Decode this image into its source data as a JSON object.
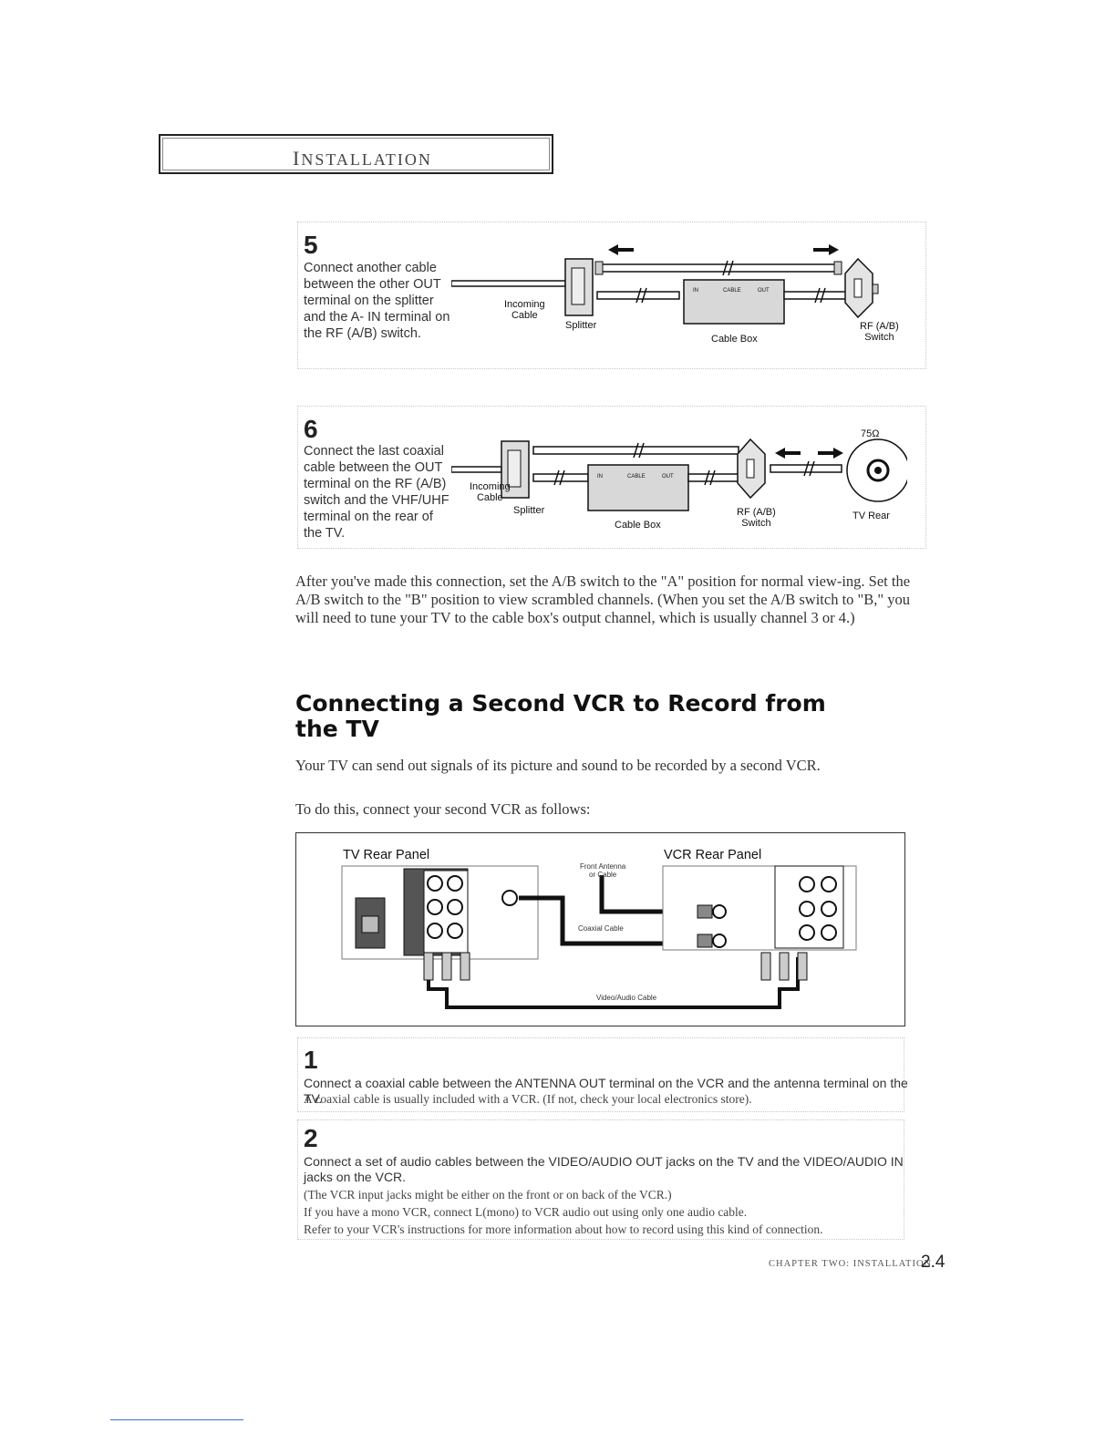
{
  "header": {
    "title_cap": "I",
    "title_rest": "NSTALLATION"
  },
  "step5": {
    "number": "5",
    "text": "Connect another cable\nbetween the other OUT\nterminal on the splitter\nand the A- IN terminal on\nthe RF (A/B) switch.",
    "labels": {
      "incoming": "Incoming\nCable",
      "splitter": "Splitter",
      "cable_box": "Cable Box",
      "rf_switch": "RF (A/B)\nSwitch",
      "box_in": "IN",
      "box_brand": "CABLE",
      "box_out": "OUT"
    }
  },
  "step6": {
    "number": "6",
    "text": "Connect the last coaxial\ncable between the OUT\nterminal on the RF (A/B)\nswitch and the VHF/UHF\nterminal on the rear of\nthe TV.",
    "labels": {
      "incoming": "Incoming\nCable",
      "splitter": "Splitter",
      "cable_box": "Cable Box",
      "rf_switch": "RF (A/B)\nSwitch",
      "ohm": "75Ω",
      "tv_rear": "TV Rear",
      "box_in": "IN",
      "box_brand": "CABLE",
      "box_out": "OUT"
    }
  },
  "after_paragraph": "After you've made this connection, set the A/B switch to the \"A\" position for normal view-ing. Set the A/B switch to the \"B\" position to view scrambled channels. (When you set the A/B switch to \"B,\" you will need to tune your TV to the cable box's output channel, which is usually channel 3 or 4.)",
  "section": {
    "title_line1": "Connecting a Second VCR to Record from",
    "title_line2": "the TV",
    "intro1": "Your TV can send out signals of its picture and sound to be recorded by a second VCR.",
    "intro2": "To do this, connect your second VCR as follows:"
  },
  "figure": {
    "tv_panel": "TV Rear Panel",
    "vcr_panel": "VCR Rear Panel",
    "front_antenna": "Front Antenna\nor Cable",
    "coaxial_cable": "Coaxial Cable",
    "av_cable": "Video/Audio Cable"
  },
  "steps_bottom": [
    {
      "number": "1",
      "main": "Connect a coaxial cable between the ANTENNA OUT terminal on the VCR and the antenna terminal on the TV.",
      "notes": [
        "A coaxial cable is usually included with a VCR. (If not, check your local electronics store)."
      ]
    },
    {
      "number": "2",
      "main": "Connect a set of audio cables between the VIDEO/AUDIO OUT jacks on the TV and the VIDEO/AUDIO IN jacks on the VCR.",
      "notes": [
        "(The VCR input jacks might be either on the front or on back of the VCR.)",
        "If you have a mono VCR, connect L(mono) to VCR audio out using only one audio cable.",
        "Refer to your VCR's instructions for more information about how to record using this kind of connection."
      ]
    }
  ],
  "footer": {
    "chapter": "CHAPTER TWO: INSTALLATION",
    "page": "2.4"
  }
}
